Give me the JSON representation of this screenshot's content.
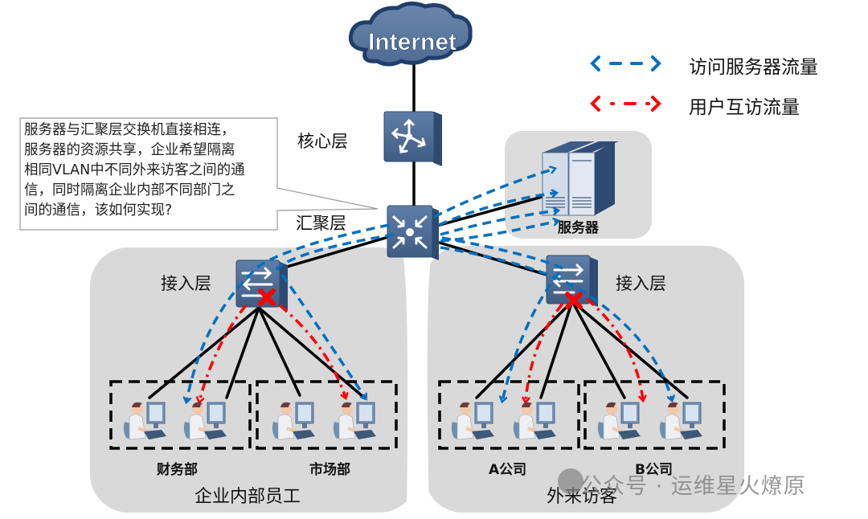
{
  "internet": {
    "label": "Internet"
  },
  "legend": [
    {
      "label": "访问服务器流量",
      "color": "#0070c0",
      "style": "dashed"
    },
    {
      "label": "用户互访流量",
      "color": "#ff0000",
      "style": "dash-dot"
    }
  ],
  "callout": {
    "lines": [
      "服务器与汇聚层交换机直接相连，",
      "服务器的资源共享，企业希望隔离",
      "相同VLAN中不同外来访客之间的通",
      "信，同时隔离企业内部不同部门之",
      "间的通信，该如何实现?"
    ]
  },
  "layers": {
    "core": "核心层",
    "aggregation": "汇聚层",
    "access_left": "接入层",
    "access_right": "接入层"
  },
  "server": {
    "label": "服务器"
  },
  "zones": {
    "internal": {
      "label": "企业内部员工",
      "groups": [
        {
          "label": "财务部"
        },
        {
          "label": "市场部"
        }
      ]
    },
    "external": {
      "label": "外来访客",
      "groups": [
        {
          "label": "A公司"
        },
        {
          "label": "B公司"
        }
      ]
    }
  },
  "watermark": {
    "text": "公众号 · 运维星火燎原"
  },
  "colors": {
    "server_traffic": "#0070c0",
    "user_traffic": "#ff0000",
    "device_blue": "#4a6a94",
    "zone_bg": "#d9d9d9"
  }
}
